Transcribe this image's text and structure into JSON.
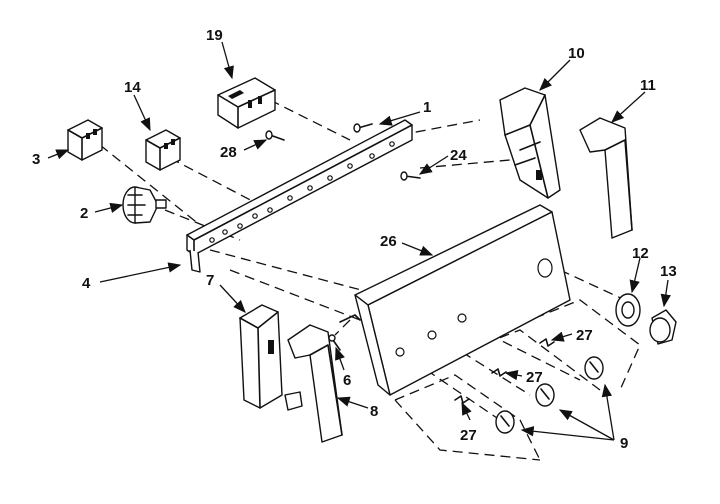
{
  "diagram": {
    "callouts": [
      {
        "id": "c1",
        "label": "1"
      },
      {
        "id": "c2",
        "label": "2"
      },
      {
        "id": "c3",
        "label": "3"
      },
      {
        "id": "c4",
        "label": "4"
      },
      {
        "id": "c6",
        "label": "6"
      },
      {
        "id": "c7",
        "label": "7"
      },
      {
        "id": "c8",
        "label": "8"
      },
      {
        "id": "c9",
        "label": "9"
      },
      {
        "id": "c10",
        "label": "10"
      },
      {
        "id": "c11",
        "label": "11"
      },
      {
        "id": "c12",
        "label": "12"
      },
      {
        "id": "c13",
        "label": "13"
      },
      {
        "id": "c14",
        "label": "14"
      },
      {
        "id": "c19",
        "label": "19"
      },
      {
        "id": "c24",
        "label": "24"
      },
      {
        "id": "c26",
        "label": "26"
      },
      {
        "id": "c27a",
        "label": "27"
      },
      {
        "id": "c27b",
        "label": "27"
      },
      {
        "id": "c27c",
        "label": "27"
      },
      {
        "id": "c28",
        "label": "28"
      }
    ]
  }
}
